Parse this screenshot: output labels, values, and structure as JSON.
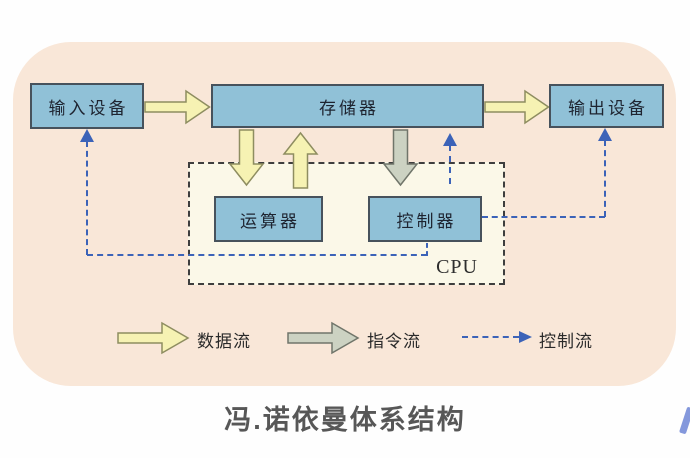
{
  "title": "冯.诺依曼体系结构",
  "diagram": {
    "boxes": {
      "input": "输入设备",
      "memory": "存储器",
      "output": "输出设备",
      "alu": "运算器",
      "cu": "控制器"
    },
    "cpu_label": "CPU",
    "legend": {
      "data_flow": "数据流",
      "instruction_flow": "指令流",
      "control_flow": "控制流"
    }
  },
  "colors": {
    "panel_bg": "#f9e7d8",
    "box_fill": "#90c1d7",
    "box_border": "#47525c",
    "cpu_region_fill": "#fbf8e8",
    "cpu_border": "#3e3e3e",
    "data_flow_arrow": "#f6f2b3",
    "instruction_flow_arrow": "#ccd2c2",
    "control_flow_line": "#3c63b8",
    "title_color": "#575757"
  }
}
